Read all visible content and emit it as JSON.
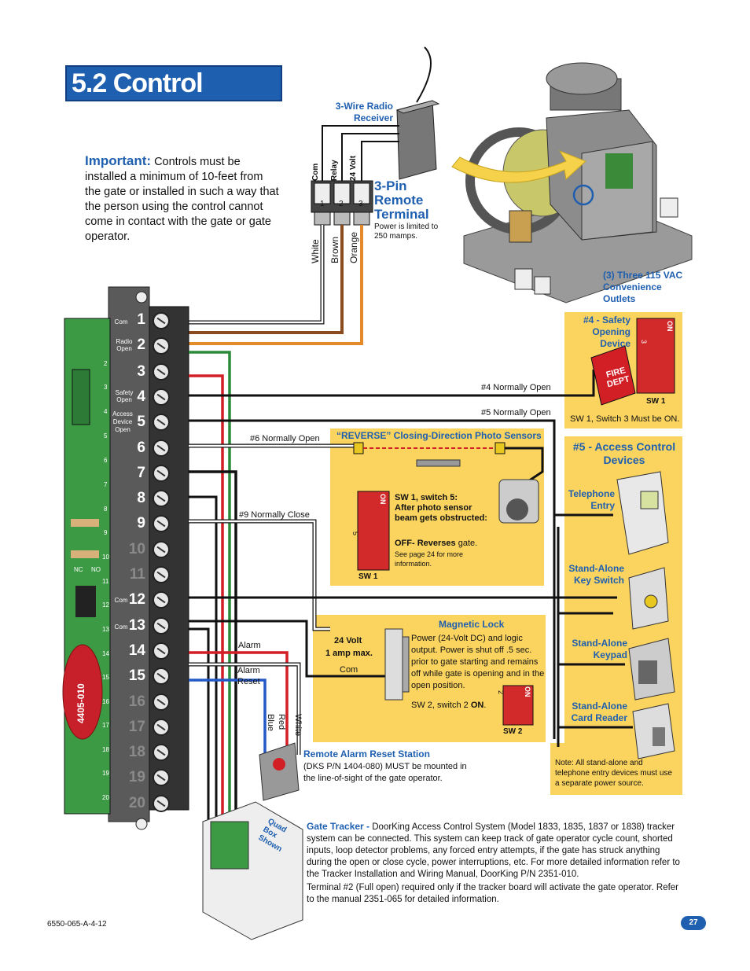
{
  "page": {
    "title": "5.2 Control Wiring",
    "footer_code": "6550-065-A-4-12",
    "page_number": "27"
  },
  "important": {
    "label": "Important:",
    "text": "Controls must be installed a minimum of 10-feet from the gate or installed in such a way that the person using the control cannot come in contact with the gate or gate operator."
  },
  "radio": {
    "label": "3-Wire Radio Receiver",
    "terminal_labels": [
      "Com",
      "Relay",
      "24 Volt"
    ],
    "terminal_numbers": [
      "1",
      "2",
      "3"
    ],
    "wire_colors": [
      "White",
      "Brown",
      "Orange"
    ],
    "power_note": "Power is limited to 250 mamps.",
    "pin_label": "3-Pin Remote Terminal"
  },
  "operator": {
    "outlets_label": "(3) Three 115 VAC Convenience Outlets"
  },
  "board": {
    "labels": [
      "Com",
      "Radio Open",
      "Safety Open",
      "Access Device Open",
      "Com",
      "Com"
    ],
    "terminals": [
      "1",
      "2",
      "3",
      "4",
      "5",
      "6",
      "7",
      "8",
      "9",
      "10",
      "11",
      "12",
      "13",
      "14",
      "15",
      "16",
      "17",
      "18",
      "19",
      "20"
    ],
    "board_numbers": [
      "2",
      "3",
      "4",
      "5",
      "6",
      "7",
      "8",
      "9",
      "10",
      "11",
      "12",
      "13",
      "14",
      "15",
      "16",
      "17",
      "18",
      "19",
      "20"
    ],
    "nc_label": "NC",
    "no_label": "NO",
    "relay_label": "4405-010"
  },
  "wires": {
    "n4": "#4 Normally Open",
    "n5": "#5 Normally Open",
    "n6": "#6 Normally Open",
    "n9": "#9 Normally Close",
    "alarm": "Alarm",
    "alarm_reset": "Alarm Reset",
    "blue": "Blue",
    "red": "Red",
    "white": "White"
  },
  "safety": {
    "label": "#4 - Safety Opening Device",
    "sign": "FIRE DEPT",
    "sw": "SW 1",
    "note": "SW 1, Switch 3 Must be ON.",
    "on": "ON",
    "switch_num": "3"
  },
  "photo": {
    "label": "“REVERSE” Closing-Direction Photo Sensors",
    "sw_title": "SW 1, switch 5:",
    "sw_desc": "After photo sensor beam gets obstructed:",
    "off_label": "OFF- Reverses",
    "off_suffix": "gate.",
    "see_page": "See page 24 for more information.",
    "sw": "SW 1",
    "on": "ON",
    "switch_num": "5"
  },
  "maglock": {
    "label": "Magnetic Lock",
    "volt": "24 Volt",
    "amp": "1 amp max.",
    "com": "Com",
    "desc": "Power (24-Volt DC) and logic output. Power is shut off .5 sec. prior to gate starting and remains off while gate is opening and in the open position.",
    "sw_note_prefix": "SW 2, switch 2",
    "sw_note_on": "ON",
    "sw": "SW 2",
    "on": "ON",
    "switch_num": "2"
  },
  "access": {
    "title": "#5 - Access Control Devices",
    "telephone": "Telephone Entry",
    "keyswitch": "Stand-Alone Key Switch",
    "keypad": "Stand-Alone Keypad",
    "card": "Stand-Alone Card Reader",
    "note": "Note: All stand-alone and telephone entry devices must use a separate power source."
  },
  "alarm_station": {
    "label": "Remote Alarm Reset Station",
    "desc": "(DKS P/N 1404-080) MUST be mounted in the line-of-sight of the gate operator."
  },
  "tracker": {
    "label": "Gate Tracker -",
    "text": "DoorKing Access Control System (Model 1833, 1835, 1837 or 1838) tracker system can be connected. This system can keep track of gate operator cycle count, shorted inputs, loop detector problems, any forced entry attempts, if the gate has struck anything during the open or close cycle, power interruptions, etc. For more detailed information refer to the Tracker Installation and Wiring Manual, DoorKing P/N 2351-010.",
    "note": "Terminal #2 (Full open) required only if the tracker board will activate the gate operator. Refer to the manual 2351-065 for detailed information.",
    "quad": "Quad Box Shown"
  },
  "colors": {
    "title_blue": "#1f5fb0",
    "yellow": "#fbd460",
    "board_green": "#3c9a45",
    "wire_white": "#ffffff",
    "wire_brown": "#8a4b1e",
    "wire_orange": "#e58a2a",
    "wire_red": "#d21f26",
    "wire_green": "#2a8a3a",
    "wire_blue": "#2458c7",
    "wire_black": "#111111"
  }
}
